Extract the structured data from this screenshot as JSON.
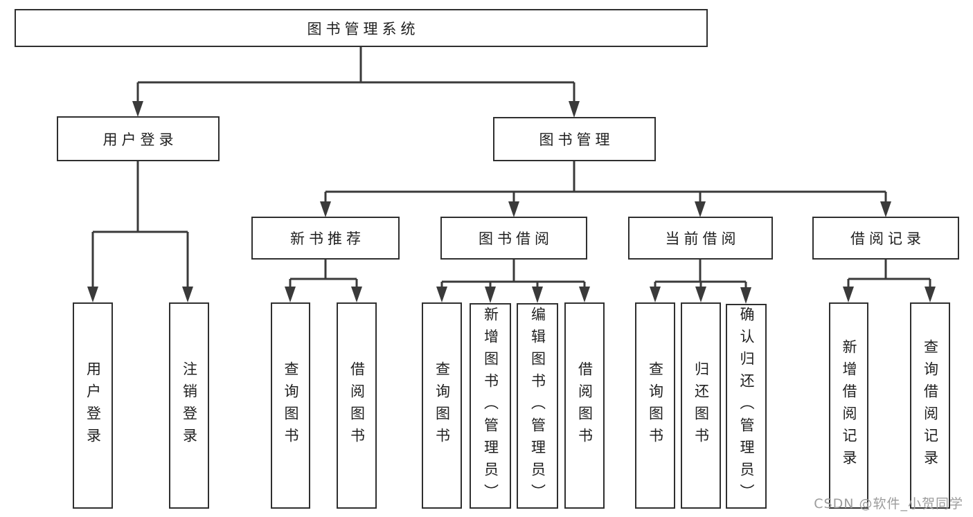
{
  "watermark": "CSDN @软件_小贺同学",
  "colors": {
    "line": "#3a3a3a",
    "border": "#2f2f2f",
    "fill": "#ffffff",
    "text": "#1f1f1f",
    "watermark": "#9c9c9c",
    "background": "#ffffff"
  },
  "tree": {
    "label": "图书管理系统",
    "children": [
      {
        "label": "用户登录",
        "children": [
          {
            "label": "用户登录"
          },
          {
            "label": "注销登录"
          }
        ]
      },
      {
        "label": "图书管理",
        "children": [
          {
            "label": "新书推荐",
            "children": [
              {
                "label": "查询图书"
              },
              {
                "label": "借阅图书"
              }
            ]
          },
          {
            "label": "图书借阅",
            "children": [
              {
                "label": "查询图书"
              },
              {
                "label": "新增图书（管理员）"
              },
              {
                "label": "编辑图书（管理员）"
              },
              {
                "label": "借阅图书"
              }
            ]
          },
          {
            "label": "当前借阅",
            "children": [
              {
                "label": "查询图书"
              },
              {
                "label": "归还图书"
              },
              {
                "label": "确认归还（管理员）"
              }
            ]
          },
          {
            "label": "借阅记录",
            "children": [
              {
                "label": "新增借阅记录"
              },
              {
                "label": "查询借阅记录"
              }
            ]
          }
        ]
      }
    ]
  }
}
